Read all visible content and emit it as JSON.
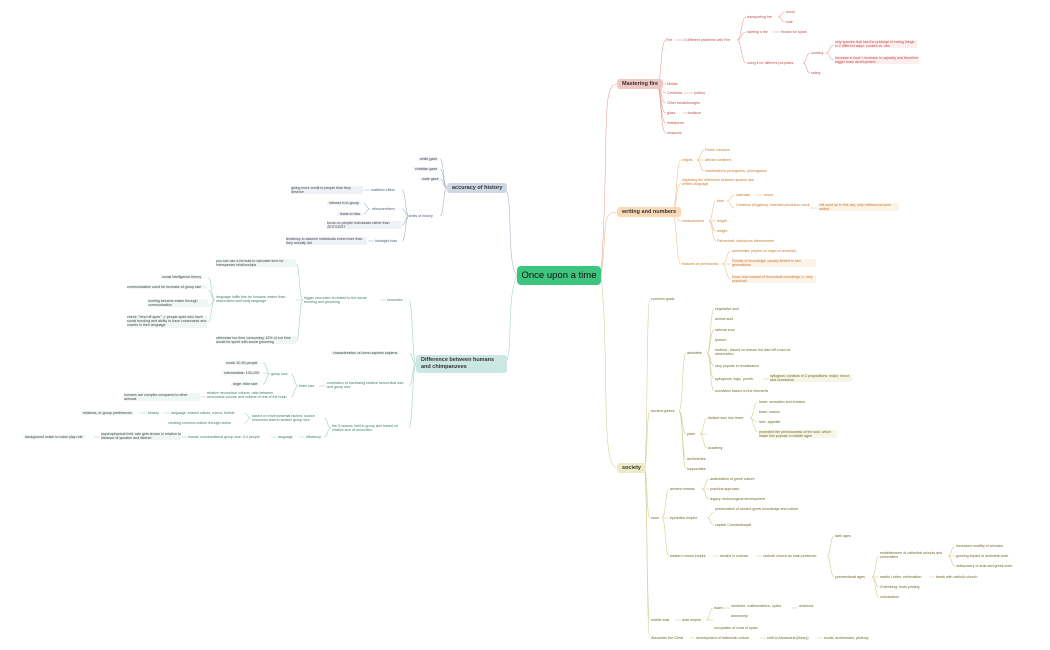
{
  "root": "Once upon a time",
  "branches": {
    "fire": "Mastering fire",
    "writing": "writing and numbers",
    "society": "society",
    "accuracy": "accuracy of history",
    "difference": "Difference between humans and chimpanzees"
  },
  "fire_nodes": {
    "fire": "Fire",
    "problems": "3 different problems with Fire",
    "transporting": "transporting fire",
    "wood": "wood",
    "sole": "sole",
    "starting": "starting a fire",
    "friction": "friction for spark",
    "using": "using it for different purposes",
    "cooking": "cooking",
    "privilege": "only species that has the privilege of eating things in 2 different ways: cooked vs. raw",
    "increase_food": "increase in food = increase in capacity and therefore bigger brain development",
    "safety": "safety",
    "metals": "Metals",
    "ceramics": "Ceramics",
    "pottery": "pottery",
    "other": "Other breakthroughs",
    "glass": "glass",
    "isolation": "isolation",
    "milestones": "milestones",
    "weapons": "weapons"
  },
  "writing_nodes": {
    "origins": "origins",
    "fertile": "Fertile crescent",
    "african": "african continent",
    "manifested": "manifested in pictograms, phonograms",
    "regarding": "regarding the difference between spoken and written language",
    "measurement": "measurement",
    "time": "time",
    "calendar": "calendar",
    "moon": "moon",
    "ctesibius": "Ctesibius (Ktygbios): invented pendulum clock",
    "still_used": "still used up to this day, only millisecond were added",
    "length": "length",
    "weight": "weight",
    "fahrenheit": "Fahrenheit: introduces thermometer",
    "features": "features of prehistorics",
    "animism": "anonimistic (myths on origin of universe)",
    "fluidity": "Fluidity of knowledge, usually limited to two generations",
    "knowhow": "know-how instead of theoretical knowledge (= very practical)"
  },
  "society_nodes": {
    "common": "common goals",
    "greece": "ancient greece",
    "aristotle": "aristotele",
    "vegetative": "vegetative soul",
    "animal": "animal soul",
    "rational": "rational soul",
    "lyceum": "lyceum",
    "method": "method - based on reason but also left room for observation",
    "popular": "very popular in renaissance",
    "syllogism": "syllogisms, logic, proofs",
    "syll_consists": "syllogism: consists of 3 propositions: major, minor and conclusion",
    "worldview": "worldview based on the elements",
    "plato": "plato",
    "divided": "divided soul into three:",
    "heart": "heart: sensation and emotion",
    "brain": "brain: reason",
    "liver": "liver: appetite",
    "promoted": "promoted the preciousness of the soul, which made him popular in middle ages",
    "academy": "academy",
    "archimedes": "archimedes",
    "hippocrates": "hippocrates",
    "rome": "rome",
    "romans": "ancient romans",
    "assimilation": "assimilation of greek culture",
    "practical": "practical approach",
    "legacy": "legacy: technological development",
    "byzantine": "byzantine empire",
    "preservation": "preservation of ancient greek knowledge and culture",
    "capital": "capital: Constantinople",
    "western": "western roman empire",
    "decline": "decline in science",
    "catholic": "catholic church as main preserver",
    "dark": "dark ages",
    "postmed": "postmedieval ages",
    "establishment": "establishment of cathedral schools and universities",
    "mobility": "increased mobility of scholars",
    "impact": "growing impact of aristotele work",
    "rediscovery": "rediscovery of arab and greek texts",
    "luther": "martin Luther: reformation",
    "break": "break with catholic church",
    "gutenberg": "Gutenberg: book printing",
    "colonization": "colonization",
    "middle_east": "middle east",
    "arab": "arab empire",
    "islam": "Islam",
    "medicine": "medicine, mathemathics, optics",
    "avicenna": "avicenna",
    "astronomy": "astronomy",
    "occupation": "occupation of most of spain",
    "alexander": "Alexander the Great",
    "hellenistic": "development of hellenistic culture",
    "shift": "shift to Alexandria (library)",
    "euclid": "euclid, archimedes, ptolemy"
  },
  "accuracy_nodes": {
    "white": "white gaze",
    "christian": "christian gaze",
    "male": "male gaze",
    "matthew": "matthew-effect",
    "giving": "giving more credit to people than they deserve",
    "ethno": "ethnocentrism",
    "interest": "interest in in-group",
    "leads": "leads to bias",
    "limits": "limits of history",
    "focus": "focus on people/ individuals rather than ZEITGEIST",
    "hindsight": "hindsight bias",
    "tendency": "tendency to assume individuals knew more than they actually did"
  },
  "difference_nodes": {
    "neocortex": "neocortex",
    "formula": "you can use a formula to calculate time for interspecies relationships",
    "bigger": "bigger neocortex is related to the social bonding and grooming",
    "social_intel": "social intelligence theory",
    "comm_used": "communication used for increase of group size",
    "hunting": "hunting became easier through communication",
    "check": "check: \"bind off apes\" -> people apes who have social bonding and ability to have consonants and vowels in their language",
    "lang_fulfils": "language fulfils this for humans: easier than observation and body language",
    "otherwise": "otherwise too time consuming: 42% of our time would be spent with social grooming",
    "characteristics": "characteristics vs homo sapiens sapiens",
    "small": "small: 30-50 people",
    "intermediate": "intermediate: 100-200",
    "large": "large: tribe size",
    "group_size": "group size",
    "brain_size": "brain size",
    "relative": "relative neocortical volume: ratio between neocortical volume and volume of rest of the brain",
    "complex": "humans are complex compared to other animals",
    "correlation": "correlation of increasing relative neocortical size and group size",
    "relations": "relations, in-group preferences",
    "kinship": "kinship",
    "lang_shared": "language: shared values, norms, beliefs",
    "creating": "creating common culture through works",
    "based_env": "based on environmental factors: scarce resources lead to smaller group size",
    "five_causes": "the 5 causes: limit in group size based on relative size of neocortex",
    "background": "background noise/ to noise play role",
    "psycho": "psychophysical limit: rate gets shown in relation to distance of speaker and listener",
    "conversational": "human conversational group size: 3-4 people",
    "language": "language",
    "efficiency": "efficiency"
  }
}
